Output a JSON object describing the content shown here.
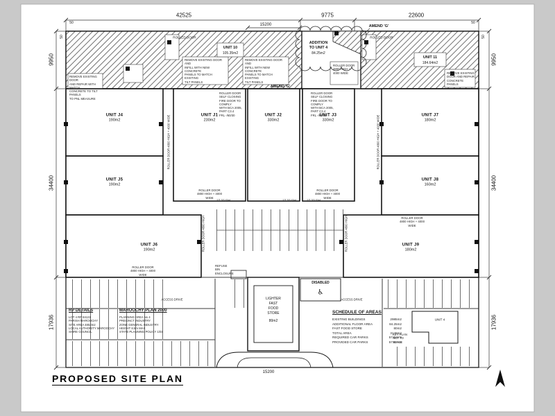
{
  "page": {
    "title": "PROPOSED SITE PLAN"
  },
  "dimensions": {
    "top": [
      "42525",
      "9775",
      "22600"
    ],
    "top_secondary": "15200",
    "bottom_center": "15200",
    "left": [
      "9950",
      "34400",
      "17936"
    ],
    "right": [
      "9950",
      "34400",
      "17936"
    ],
    "offsets": [
      "50",
      "50",
      "50",
      "50"
    ]
  },
  "existing_building": {
    "unit10_name": "UNIT 10",
    "unit10_area": "105.35m2",
    "unit11_name": "UNIT 11",
    "unit11_area": "184.64m2",
    "addition_line1": "ADDITION",
    "addition_line2": "TO UNIT 4",
    "addition_area": "84.25m2",
    "amend_top": "AMEND 'G'",
    "amend_mid": "AMEND 'G'",
    "rolled_door_left": "ROLLED DOOR",
    "rolled_door_right": "ROLLED DOOR"
  },
  "notes": {
    "remove_door_1": "REMOVE EXISTING DOOR\nAND REPAIR WITH MATCH\nCONCRETE TO TILT PANELS\nTO PNL MEASURE",
    "remove_door_2": "REMOVE EXISTING DOOR AND\nINFILL WITH NEW CONCRETE\nPANELS TO MATCH EXISTING\nTILT PANELS",
    "remove_door_3": "REMOVE EXISTING DOOR AND\nINFILL WITH NEW CONCRETE\nPANELS TO MATCH EXISTING\nTILT PANELS",
    "roller_spec": "ROLLER DOOR\n4800 HIGH +\n4000 WIDE",
    "remove_door_4": "REMOVE EXISTING\nDOOR AND REPAIR\nCONCRETE PANELS",
    "fire_door_1": "ROLLER DOOR SELF CLOSING\nFIRE DOOR TO COMPLY\nWITH BCA 2005, PART C3.4\nFRL -/60/30",
    "fire_door_2": "ROLLER DOOR SELF CLOSING\nFIRE DOOR TO COMPLY\nWITH BCA 2005, PART C3.4\nFRL -/60/30",
    "roller_center_left": "ROLLER DOOR\n4800 HIGH + 4000 WIDE",
    "roller_center_right": "ROLLER DOOR\n4800 HIGH + 4000 WIDE",
    "roller_bottom_left": "ROLLER DOOR\n4800 HIGH + 4000 WIDE",
    "roller_bottom_right": "ROLLER DOOR\n4800 HIGH + 4000 WIDE",
    "roller_vert_a": "ROLLER DOOR 4800 HIGH + 4000 WIDE",
    "roller_vert_b": "ROLLER DOOR 4800 HIGH + 4000 WIDE",
    "roller_vert_c": "ROLLER DOOR 4800 HIGH",
    "roller_vert_d": "ROLLER DOOR 4800 HIGH",
    "sm_1": "27.33 SM",
    "sm_2": "27.33 SM",
    "sm_3": "27.33 SM",
    "refuse": "REFUSE BIN\nENCLOSURE",
    "access_left": "ACCESS DRIVE",
    "access_right": "ACCESS DRIVE"
  },
  "units": [
    {
      "name": "UNIT J4",
      "area": "190m2"
    },
    {
      "name": "UNIT J5",
      "area": "190m2"
    },
    {
      "name": "UNIT J6",
      "area": "190m2"
    },
    {
      "name": "UNIT J1",
      "area": "230m2"
    },
    {
      "name": "UNIT J2",
      "area": "330m2"
    },
    {
      "name": "UNIT J3",
      "area": "330m2"
    },
    {
      "name": "UNIT J7",
      "area": "180m2"
    },
    {
      "name": "UNIT J8",
      "area": "160m2"
    },
    {
      "name": "UNIT J9",
      "area": "180m2"
    }
  ],
  "fast_food": {
    "line1": "LIGHTER",
    "line2": "FAST",
    "line3": "FOOD",
    "line4": "STORE",
    "area": "80m2"
  },
  "disabled": {
    "label": "DISABLED",
    "icon": "♿"
  },
  "rp_details": {
    "heading": "RP DETAILS",
    "lines": "LOT 4   RP 84133\nPARISH   MAROOCHY\nSITE AREA   4852m2\nLOCAL AUTHORITY MAROOCHY\nSHIRE COUNCIL"
  },
  "maroochy": {
    "heading": "MAROOCHY PLAN 2000",
    "lines": "PLANNING AREA No 4\nPRECINCT   INDUSTRY\nZONE   GENERAL INDUSTRY\nHEIGHT   8.5m MAX\nSTATE PLANNING POLICY 1/03"
  },
  "schedule": {
    "heading": "SCHEDULE OF AREAS",
    "rows": [
      {
        "label": "EXISTING BUILDINGS",
        "value": "2985m2"
      },
      {
        "label": "ADDITIONAL FLOOR AREA",
        "value": "84.25m2"
      },
      {
        "label": "FAST FOOD STORE",
        "value": "80m2"
      },
      {
        "label": "TOTAL AREA",
        "value": "3149m2"
      },
      {
        "label": "REQUIRED CAR PARKS",
        "value": "57 BAYS"
      },
      {
        "label": "PROVIDED CAR PARKS",
        "value": "57 BAYS"
      }
    ],
    "keyplan_label": "UNIT 4",
    "keyplan_note": "KEY PLAN\nNOT TO SCALE"
  },
  "colors": {
    "paper": "#ffffff",
    "line": "#1a1a1a",
    "background": "#c9c9c9"
  }
}
